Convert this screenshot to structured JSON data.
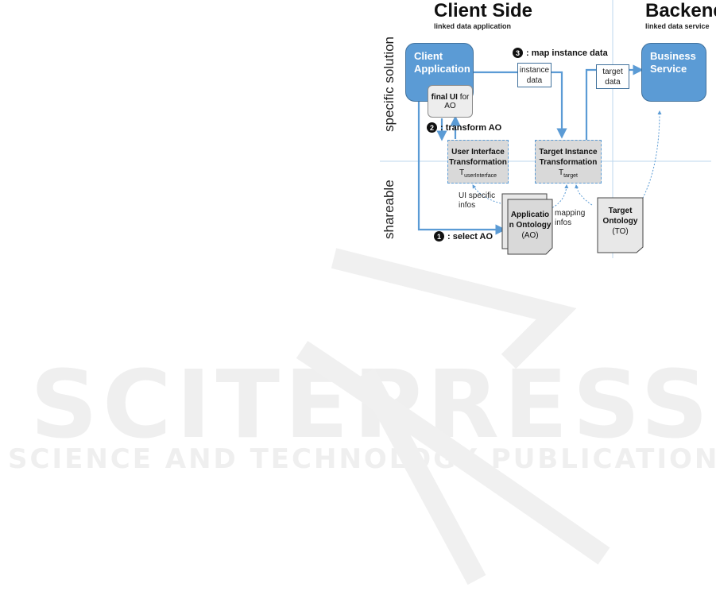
{
  "watermark": {
    "main": "SCITEPRESS",
    "tagline": "SCIENCE AND TECHNOLOGY PUBLICATIONS"
  },
  "headers": {
    "client_title": "Client Side",
    "client_subtitle": "linked data application",
    "backend_title": "Backend",
    "backend_subtitle": "linked data service"
  },
  "rows": {
    "top": "specific solution",
    "bottom": "shareable"
  },
  "nodes": {
    "client_app": [
      "Client",
      "Application"
    ],
    "business_service": [
      "Business",
      "Service"
    ],
    "final_ui_bold": "final UI",
    "final_ui_rest": " for AO",
    "ui_transform": [
      "User Interface",
      "Transformation"
    ],
    "ui_transform_symbol": "T",
    "ui_transform_sub": "userInterface",
    "target_transform": [
      "Target Instance",
      "Transformation"
    ],
    "target_transform_symbol": "T",
    "target_transform_sub": "target",
    "app_ontology": [
      "Applicatio",
      "n Ontology",
      "(AO)"
    ],
    "target_ontology": [
      "Target",
      "Ontology",
      "(TO)"
    ],
    "instance_data": [
      "instance",
      "data"
    ],
    "target_data": [
      "target",
      "data"
    ]
  },
  "steps": {
    "one": {
      "num": "1",
      "label": ": select AO"
    },
    "two": {
      "num": "2",
      "label": ": transform AO"
    },
    "three": {
      "num": "3",
      "label": ": map instance data"
    }
  },
  "annotations": {
    "ui_specific": [
      "UI specific",
      "infos"
    ],
    "mapping": [
      "mapping",
      "infos"
    ]
  },
  "colors": {
    "accent_blue": "#5b9bd5",
    "border_blue": "#41719c",
    "gray_fill": "#d9d9d9",
    "divider": "#bdd7ee"
  }
}
